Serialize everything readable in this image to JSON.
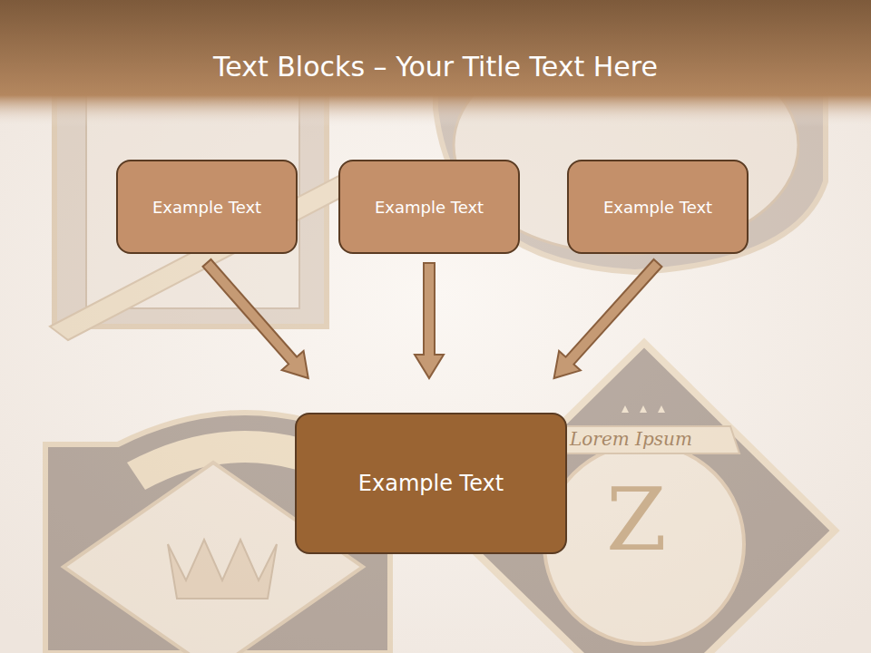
{
  "diagram": {
    "title": "Text Blocks – Your Title Text Here",
    "nodes": [
      {
        "text": [
          "Example Text"
        ]
      },
      {
        "text": [
          "Example Text"
        ]
      },
      {
        "text": [
          "Example Text"
        ]
      },
      {
        "text": [
          "Example Text"
        ]
      }
    ],
    "edges": [
      {
        "from": 0,
        "to": 3,
        "arrow": "to"
      },
      {
        "from": 1,
        "to": 3,
        "arrow": "to"
      },
      {
        "from": 2,
        "to": 3,
        "arrow": "to"
      }
    ],
    "labels": [
      "Lorem Ipsum",
      "Z"
    ]
  }
}
